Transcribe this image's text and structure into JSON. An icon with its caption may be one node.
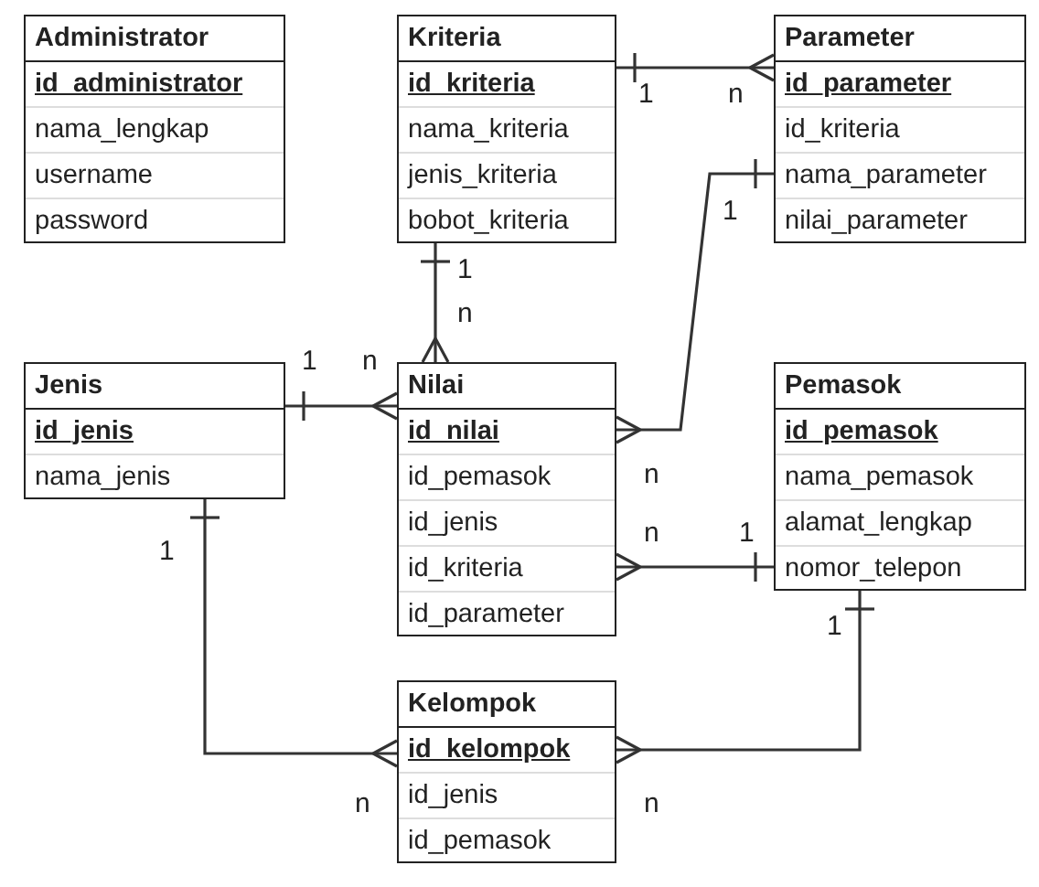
{
  "diagram": {
    "nodes": [
      {
        "text": [
          "Administrator",
          "id_administrator",
          "nama_lengkap",
          "username",
          "password"
        ]
      },
      {
        "text": [
          "Kriteria",
          "id_kriteria",
          "nama_kriteria",
          "jenis_kriteria",
          "bobot_kriteria"
        ]
      },
      {
        "text": [
          "Parameter",
          "id_parameter",
          "id_kriteria",
          "nama_parameter",
          "nilai_parameter"
        ]
      },
      {
        "text": [
          "Jenis",
          "id_jenis",
          "nama_jenis"
        ]
      },
      {
        "text": [
          "Nilai",
          "id_nilai",
          "id_pemasok",
          "id_jenis",
          "id_kriteria",
          "id_parameter"
        ]
      },
      {
        "text": [
          "Pemasok",
          "id_pemasok",
          "nama_pemasok",
          "alamat_lengkap",
          "nomor_telepon"
        ]
      },
      {
        "text": [
          "Kelompok",
          "id_kelompok",
          "id_jenis",
          "id_pemasok"
        ]
      }
    ],
    "edges": [
      {
        "from": 1,
        "to": 2,
        "arrow": "other"
      },
      {
        "from": 2,
        "to": 4,
        "arrow": "other"
      },
      {
        "from": 1,
        "to": 4,
        "arrow": "other"
      },
      {
        "from": 3,
        "to": 4,
        "arrow": "other"
      },
      {
        "from": 5,
        "to": 4,
        "arrow": "other"
      },
      {
        "from": 3,
        "to": 6,
        "arrow": "other"
      },
      {
        "from": 5,
        "to": 6,
        "arrow": "other"
      }
    ],
    "labels": [
      "1",
      "n",
      "1",
      "1",
      "n",
      "1",
      "n",
      "n",
      "n",
      "1",
      "1",
      "1",
      "n",
      "n"
    ]
  }
}
